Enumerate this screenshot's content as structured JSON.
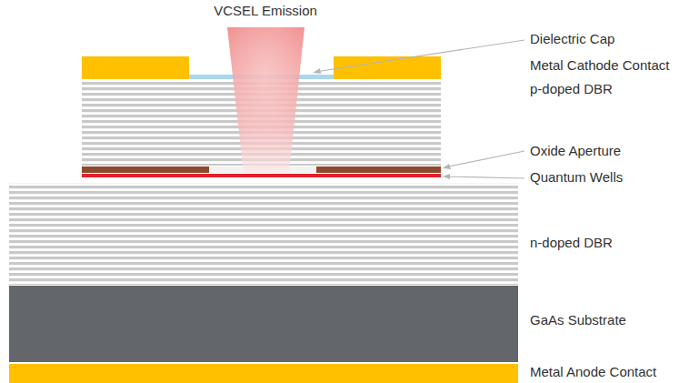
{
  "diagram": {
    "labels": [
      "VCSEL Emission",
      "Dielectric Cap",
      "Metal Cathode Contact",
      "p-doped DBR",
      "Oxide Aperture",
      "Quantum Wells",
      "n-doped DBR",
      "GaAs Substrate",
      "Metal Anode Contact"
    ]
  }
}
